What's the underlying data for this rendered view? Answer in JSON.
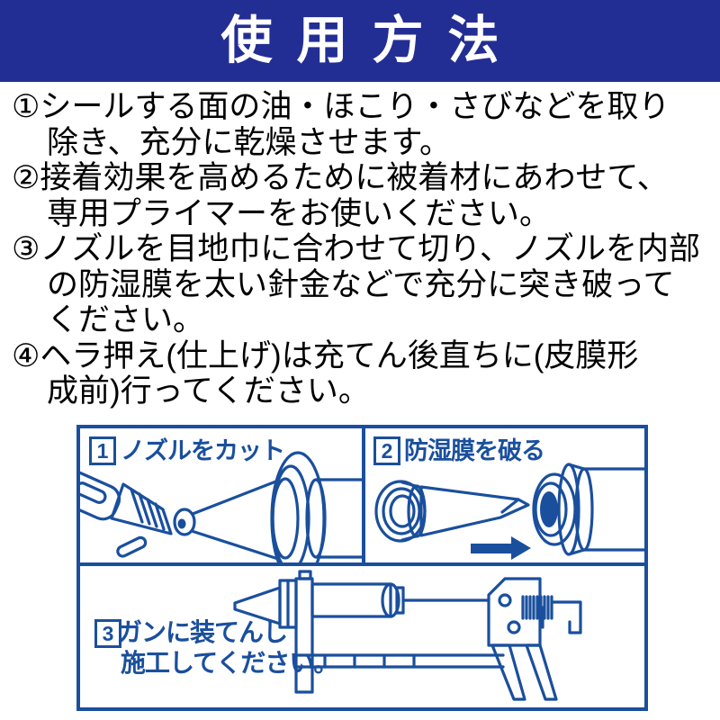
{
  "header": {
    "title": "使用方法",
    "bg_color": "#232e94",
    "text_color": "#ffffff"
  },
  "steps": [
    {
      "lines": [
        "①シールする面の油・ほこり・さびなどを取り",
        "除き、充分に乾燥させます。"
      ]
    },
    {
      "lines": [
        "②接着効果を高めるために被着材にあわせて、",
        "専用プライマーをお使いください。"
      ]
    },
    {
      "lines": [
        "③ノズルを目地巾に合わせて切り、ノズルを内部",
        "の防湿膜を太い針金などで充分に突き破って",
        "ください。"
      ]
    },
    {
      "lines": [
        "④ヘラ押え(仕上げ)は充てん後直ちに(皮膜形",
        "成前)行ってください。"
      ]
    }
  ],
  "diagram": {
    "line_color": "#1a4f9d",
    "panels": [
      {
        "number": "1",
        "label": "ノズルをカット"
      },
      {
        "number": "2",
        "label": "防湿膜を破る"
      },
      {
        "number": "3",
        "label_lines": [
          "ガンに装てんし",
          "施工してください。"
        ]
      }
    ]
  }
}
